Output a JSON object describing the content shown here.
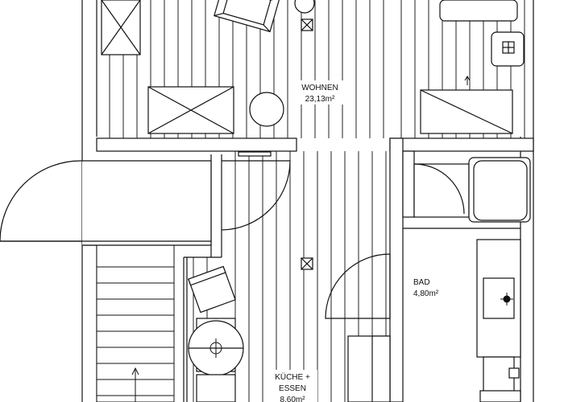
{
  "rooms": {
    "wohnen": {
      "name": "WOHNEN",
      "area": "23,13m²"
    },
    "bad": {
      "name": "BAD",
      "area": "4,80m²"
    },
    "kueche": {
      "name_line1": "KÜCHE +",
      "name_line2": "ESSEN",
      "area": "8,60m²"
    }
  },
  "symbols": {
    "stair_arrow": "arrow-up-icon",
    "small_arrow": "arrow-up-icon",
    "ceiling_light": "crossed-box-icon",
    "sink": "sink-icon"
  },
  "colors": {
    "line": "#111111",
    "background": "#ffffff"
  }
}
